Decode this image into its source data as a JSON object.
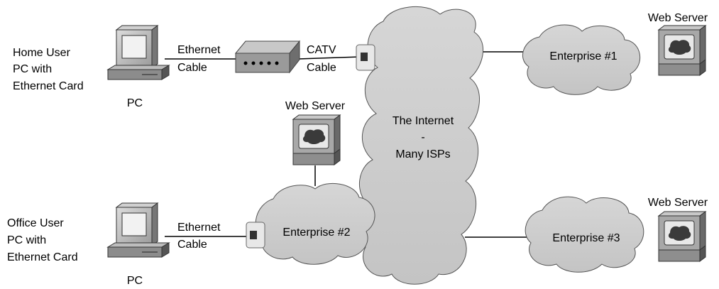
{
  "home_user": {
    "lines": [
      "Home User",
      "PC with",
      "Ethernet Card"
    ],
    "pc_label": "PC",
    "ethernet_label": [
      "Ethernet",
      "Cable"
    ],
    "catv_label": [
      "CATV",
      "Cable"
    ]
  },
  "office_user": {
    "lines": [
      "Office User",
      "PC with",
      "Ethernet Card"
    ],
    "pc_label": "PC",
    "ethernet_label": [
      "Ethernet",
      "Cable"
    ]
  },
  "internet": {
    "lines": [
      "The Internet",
      "-",
      "Many ISPs"
    ]
  },
  "enterprises": {
    "e1": "Enterprise #1",
    "e2": "Enterprise #2",
    "e3": "Enterprise #3"
  },
  "web_servers": {
    "ws1": "Web Server",
    "ws2": "Web Server",
    "ws3": "Web Server"
  }
}
